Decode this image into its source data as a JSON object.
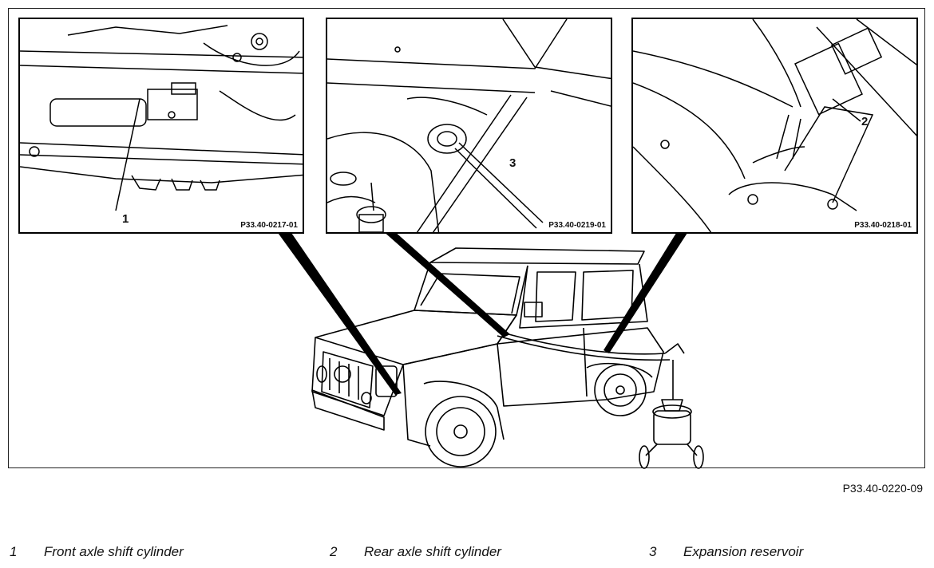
{
  "panels": [
    {
      "ref": "P33.40-0217-01",
      "callout": "1"
    },
    {
      "ref": "P33.40-0219-01",
      "callout": "3"
    },
    {
      "ref": "P33.40-0218-01",
      "callout": "2"
    }
  ],
  "figure_ref": "P33.40-0220-09",
  "legend": [
    {
      "num": "1",
      "label": "Front axle shift cylinder"
    },
    {
      "num": "2",
      "label": "Rear axle shift cylinder"
    },
    {
      "num": "3",
      "label": "Expansion reservoir"
    }
  ]
}
